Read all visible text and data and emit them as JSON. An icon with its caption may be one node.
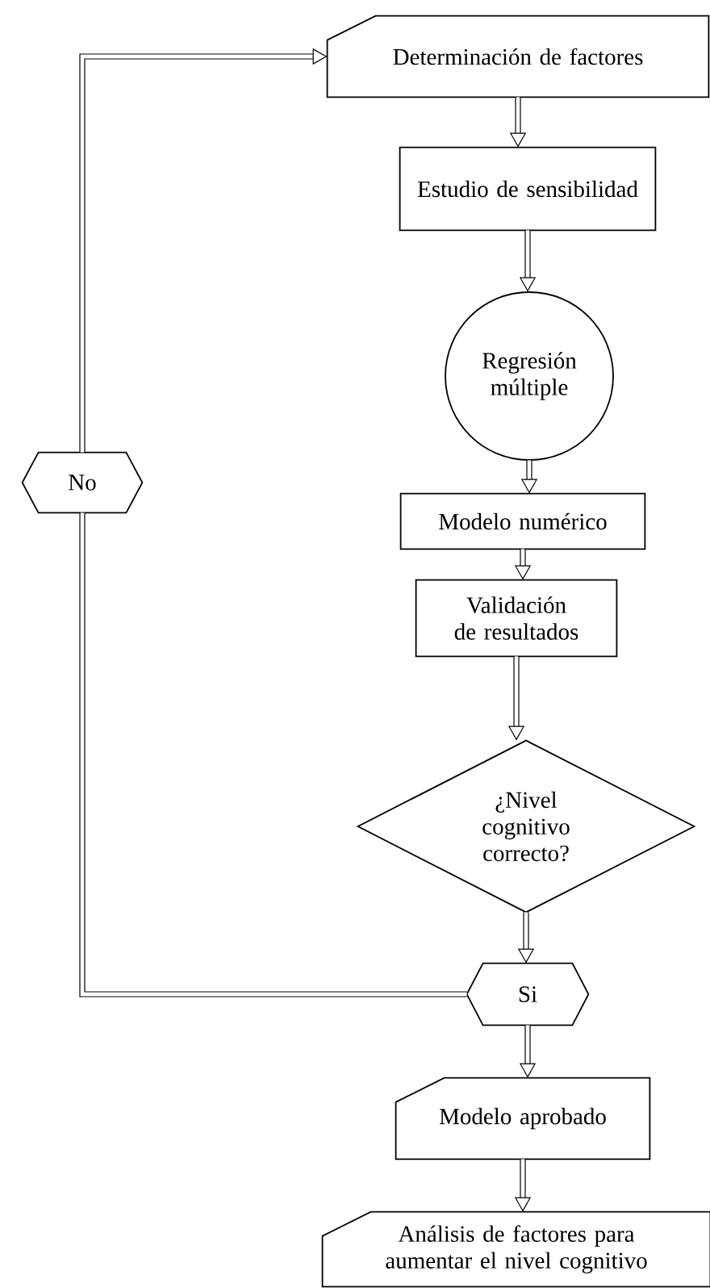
{
  "diagram": {
    "nodes": [
      {
        "text": [
          "Determinación de factores"
        ]
      },
      {
        "text": [
          "Estudio de sensibilidad"
        ]
      },
      {
        "text": [
          "Regresión múltiple"
        ]
      },
      {
        "text": [
          "Modelo numérico"
        ]
      },
      {
        "text": [
          "Validación de resultados"
        ]
      },
      {
        "text": [
          "¿Nivel cognitivo correcto?"
        ]
      },
      {
        "text": [
          "Si"
        ]
      },
      {
        "text": [
          "Modelo aprobado"
        ]
      },
      {
        "text": [
          "Análisis de factores para aumentar el nivel cognitivo"
        ]
      },
      {
        "text": [
          "No"
        ]
      }
    ],
    "edges": [
      {
        "from": 0,
        "to": 1,
        "arrow": "to"
      },
      {
        "from": 1,
        "to": 2,
        "arrow": "to"
      },
      {
        "from": 2,
        "to": 3,
        "arrow": "to"
      },
      {
        "from": 3,
        "to": 4,
        "arrow": "to"
      },
      {
        "from": 4,
        "to": 5,
        "arrow": "to"
      },
      {
        "from": 5,
        "to": 6,
        "arrow": "to"
      },
      {
        "from": 6,
        "to": 7,
        "arrow": "to"
      },
      {
        "from": 7,
        "to": 8,
        "arrow": "to"
      },
      {
        "from": 6,
        "to": 9,
        "arrow": "none"
      },
      {
        "from": 9,
        "to": 0,
        "arrow": "to"
      }
    ]
  }
}
